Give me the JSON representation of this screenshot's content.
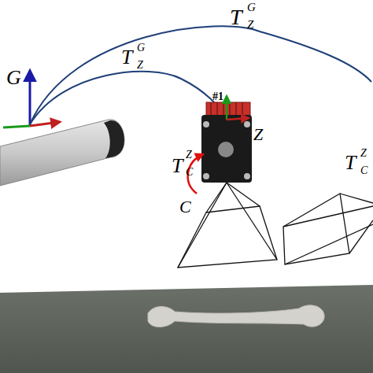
{
  "diagram": {
    "labels": [
      "G",
      "T",
      "G",
      "Z",
      "T",
      "G",
      "Z",
      "#1",
      "Z",
      "T",
      "Z",
      "C",
      "C",
      "T",
      "Z",
      "C"
    ]
  }
}
